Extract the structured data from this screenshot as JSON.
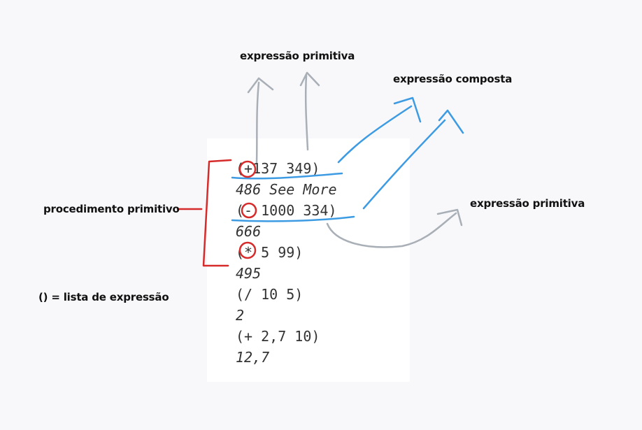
{
  "code_lines": [
    {
      "text": "(+137 349)",
      "kind": "expression"
    },
    {
      "text": "486 See More",
      "kind": "result"
    },
    {
      "text": "(- 1000 334)",
      "kind": "expression"
    },
    {
      "text": "666",
      "kind": "result"
    },
    {
      "text": "(* 5 99)",
      "kind": "expression"
    },
    {
      "text": "495",
      "kind": "result"
    },
    {
      "text": "(/ 10 5)",
      "kind": "expression"
    },
    {
      "text": "2",
      "kind": "result"
    },
    {
      "text": "(+ 2,7 10)",
      "kind": "expression"
    },
    {
      "text": "12,7",
      "kind": "result"
    }
  ],
  "annotations": {
    "expressao_primitiva_top": "expressão primitiva",
    "expressao_composta": "expressão composta",
    "expressao_primitiva_right": "expressão primitiva",
    "procedimento_primitivo": "procedimento primitivo",
    "lista_de_expressao": "() = lista de expressão"
  },
  "colors": {
    "red": "#d62b2b",
    "blue": "#3d9be3",
    "gray": "#a9afb6",
    "panel": "#ffffff",
    "background": "#f8f8fa"
  }
}
